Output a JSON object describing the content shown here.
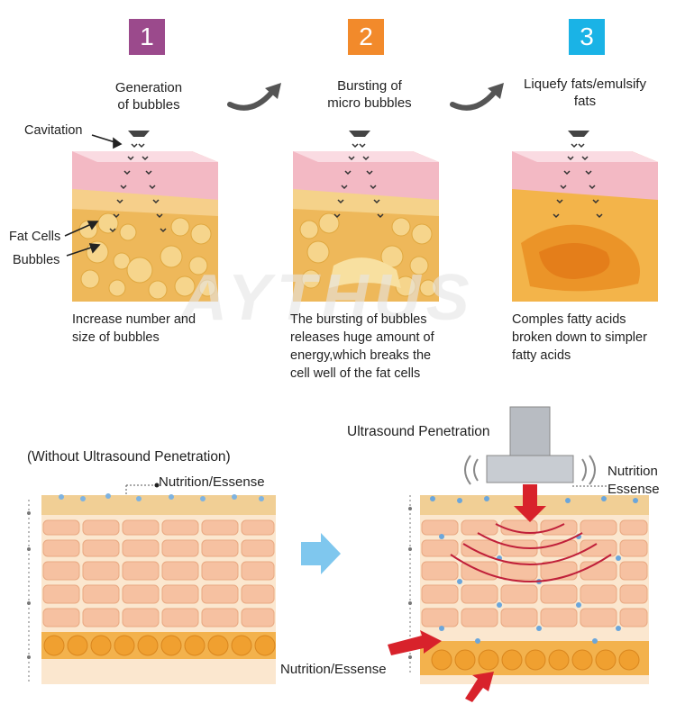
{
  "steps": [
    {
      "number": "1",
      "color": "#9b4a8c",
      "title": "Generation\nof bubbles",
      "description": "Increase number and\nsize of bubbles"
    },
    {
      "number": "2",
      "color": "#f28a2b",
      "title": "Bursting of\nmicro bubbles",
      "description": "The bursting of bubbles\nreleases huge amount of\nenergy,which breaks the\ncell well of the fat cells"
    },
    {
      "number": "3",
      "color": "#1ab3e6",
      "title": "Liquefy fats/emulsify\nfats",
      "description": "Comples fatty acids\nbroken down to simpler\nfatty acids"
    }
  ],
  "panel1_labels": {
    "cavitation": "Cavitation",
    "fat_cells": "Fat Cells",
    "bubbles": "Bubbles"
  },
  "watermark": "AYTHUS",
  "bottom": {
    "left_caption": "(Without Ultrasound Penetration)",
    "left_nutrition": "Nutrition/Essense",
    "right_caption": "Ultrasound Penetration",
    "right_nutrition_top": "Nutrition\nEssense",
    "right_nutrition_bottom": "Nutrition/Essense"
  },
  "colors": {
    "skin_pink": "#f3b9c4",
    "fat_yellow": "#f0c46a",
    "arrow_red": "#d8222b",
    "arrow_blue": "#7fc7ee",
    "tissue_orange": "#f7c7a3"
  }
}
